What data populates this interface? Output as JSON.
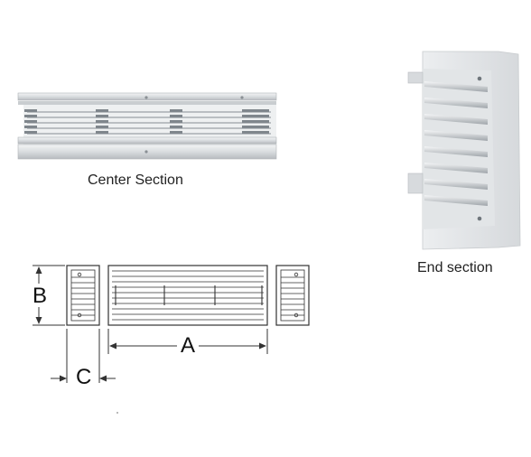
{
  "labels": {
    "center_section": "Center Section",
    "end_section": "End section"
  },
  "dimensions": {
    "a": "A",
    "b": "B",
    "c": "C"
  },
  "colors": {
    "frame": "#e6e8ea",
    "frame_shadow": "#b9bdc1",
    "louver_dark": "#8e9499",
    "drawing_line": "#333333"
  }
}
